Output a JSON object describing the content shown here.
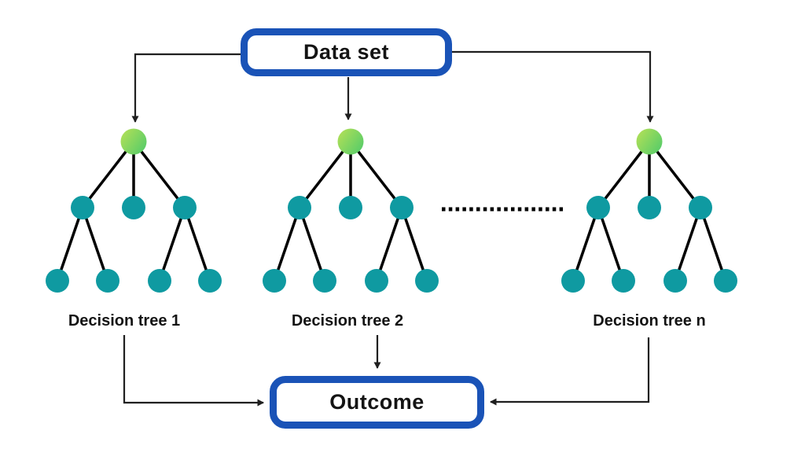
{
  "dataset_box": {
    "label": "Data set"
  },
  "outcome_box": {
    "label": "Outcome"
  },
  "trees": [
    {
      "label": "Decision tree 1"
    },
    {
      "label": "Decision tree 2"
    },
    {
      "label": "Decision tree n"
    }
  ],
  "icons": {
    "ellipsis": "dotted-connector-ellipsis",
    "arrowhead": "arrowhead-icon"
  },
  "colors": {
    "background": "#ffffff",
    "box-border-blue": "#1a53b7",
    "box-fill": "#ffffff",
    "label-text": "#141414",
    "node-teal": "#0f9aa1",
    "root-green-start": "#b8e156",
    "root-green-end": "#5bcd68",
    "tree-edge": "#000000",
    "connector": "#1f1f1f"
  }
}
